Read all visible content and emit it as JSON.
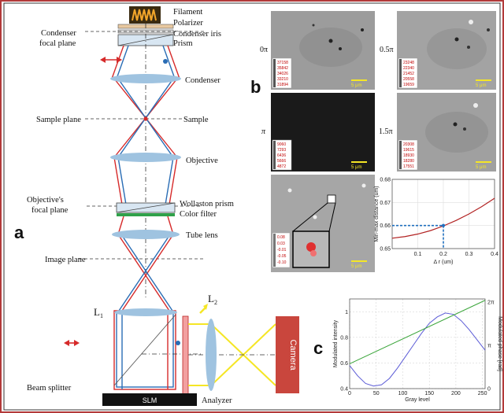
{
  "panel_a": {
    "label": "a",
    "labels": {
      "filament": "Filament",
      "polarizer": "Polarizer",
      "condenser_iris": "Condenser iris",
      "prism": "Prism",
      "condenser_focal_plane_1": "Condenser",
      "condenser_focal_plane_2": "focal plane",
      "condenser": "Condenser",
      "sample_plane": "Sample plane",
      "sample": "Sample",
      "objective": "Objective",
      "objective_focal_1": "Objective's",
      "objective_focal_2": "focal plane",
      "wollaston_prism": "Wollaston prism",
      "color_filter": "Color filter",
      "tube_lens": "Tube lens",
      "image_plane": "Image plane",
      "l1": "L",
      "l1_sub": "1",
      "l2": "L",
      "l2_sub": "2",
      "beam_splitter": "Beam splitter",
      "slm": "SLM",
      "analyzer": "Analyzer",
      "camera": "Camera"
    },
    "colors": {
      "red_beam": "#d62a2a",
      "blue_beam": "#2a6db5",
      "yellow_beam": "#f5e625",
      "lens": "#9fc3e0",
      "camera": "#c9463d"
    }
  },
  "panel_b": {
    "label": "b",
    "images": [
      {
        "phase": "0π",
        "scale": "5 μm",
        "colorbar": [
          "37158",
          "35842",
          "34026",
          "33210",
          "31894"
        ]
      },
      {
        "phase": "0.5π",
        "scale": "5 μm",
        "colorbar": [
          "23248",
          "22340",
          "21452",
          "20558",
          "19659"
        ]
      },
      {
        "phase": "π",
        "scale": "5 μm",
        "colorbar": [
          "9060",
          "7293",
          "6436",
          "5666",
          "4872"
        ]
      },
      {
        "phase": "1.5π",
        "scale": "5 μm",
        "colorbar": [
          "20308",
          "19615",
          "18930",
          "18280",
          "17551"
        ]
      },
      {
        "phase": "",
        "scale": "5 μm",
        "colorbar": [
          "0.08",
          "0.03",
          "-0.01",
          "-0.05",
          "-0.10"
        ]
      }
    ]
  },
  "chart_data": [
    {
      "type": "line",
      "panel": "b",
      "xlabel": "Δ r (um)",
      "ylabel": "Min-max distance (um)",
      "xlim": [
        0,
        0.4
      ],
      "ylim": [
        0.65,
        0.68
      ],
      "xticks": [
        "0.1",
        "0.2",
        "0.3",
        "0.4"
      ],
      "yticks": [
        "0.65",
        "0.66",
        "0.67",
        "0.68"
      ],
      "grid": true,
      "series": [
        {
          "color": "#b22222",
          "x": [
            0,
            0.05,
            0.1,
            0.15,
            0.2,
            0.25,
            0.3,
            0.35,
            0.4
          ],
          "y": [
            0.6545,
            0.6552,
            0.6563,
            0.6578,
            0.6598,
            0.6622,
            0.665,
            0.6682,
            0.6718
          ]
        }
      ],
      "annotation": {
        "x": 0.2,
        "y": 0.66
      }
    },
    {
      "type": "line",
      "panel": "c",
      "label": "c",
      "xlabel": "Gray level",
      "ylabel": "Modulated intensity",
      "ylabel_right": "Modulated phase [rad]",
      "xlim": [
        0,
        255
      ],
      "ylim": [
        0.4,
        1.1
      ],
      "ylim_right": [
        0,
        6.5
      ],
      "xticks": [
        "0",
        "50",
        "100",
        "150",
        "200",
        "250"
      ],
      "yticks": [
        "0.4",
        "0.6",
        "0.8",
        "1"
      ],
      "yticks_right": [
        "0",
        "π",
        "2π"
      ],
      "grid": true,
      "series": [
        {
          "axis": "left",
          "color": "#5b5bd6",
          "x": [
            0,
            15,
            30,
            45,
            60,
            75,
            90,
            105,
            120,
            135,
            150,
            165,
            180,
            195,
            210,
            225,
            240,
            255
          ],
          "y": [
            0.58,
            0.5,
            0.44,
            0.42,
            0.43,
            0.48,
            0.56,
            0.65,
            0.74,
            0.83,
            0.91,
            0.96,
            0.99,
            0.98,
            0.93,
            0.86,
            0.78,
            0.7
          ]
        },
        {
          "axis": "right",
          "color": "#3aa53a",
          "x": [
            0,
            255
          ],
          "y": [
            1.8,
            6.4
          ]
        }
      ]
    }
  ]
}
